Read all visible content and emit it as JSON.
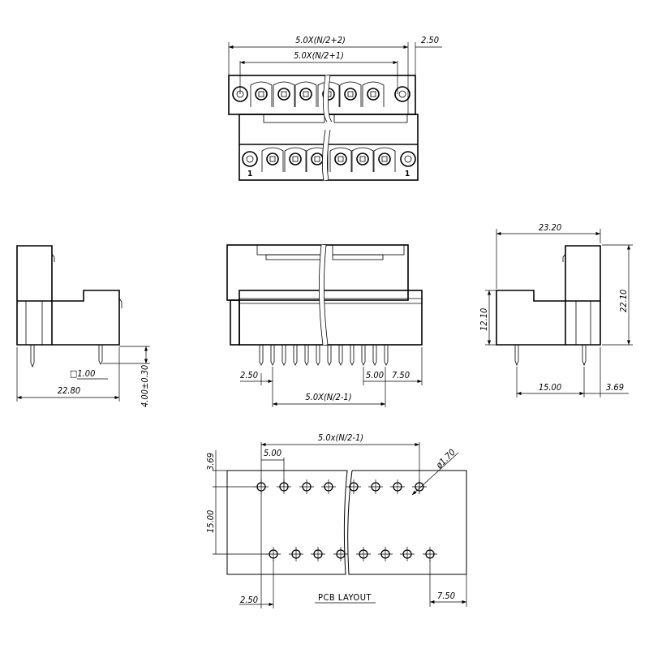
{
  "top_view": {
    "dim_overall": "5.0X(N/2+2)",
    "dim_pitch_span": "5.0X(N/2+1)",
    "dim_offset": "2.50",
    "pin1_left": "1",
    "pin1_right": "1"
  },
  "left_view": {
    "dim_width": "22.80",
    "dim_pin": "□1.00",
    "dim_pin_length": "4.00±0.30"
  },
  "front_view": {
    "dim_left": "2.50",
    "dim_pitch": "5.00",
    "dim_right": "7.50",
    "dim_span": "5.0X(N/2-1)"
  },
  "right_view": {
    "dim_width": "23.20",
    "dim_height": "22.10",
    "dim_body_height": "12.10",
    "dim_row_spacing": "15.00",
    "dim_edge": "3.69"
  },
  "pcb_layout": {
    "title": "PCB LAYOUT",
    "dim_span": "5.0x(N/2-1)",
    "dim_pitch": "5.00",
    "dim_hole": "ø1.70",
    "dim_top_edge": "3.69",
    "dim_row_spacing": "15.00",
    "dim_left": "2.50",
    "dim_right": "7.50"
  }
}
